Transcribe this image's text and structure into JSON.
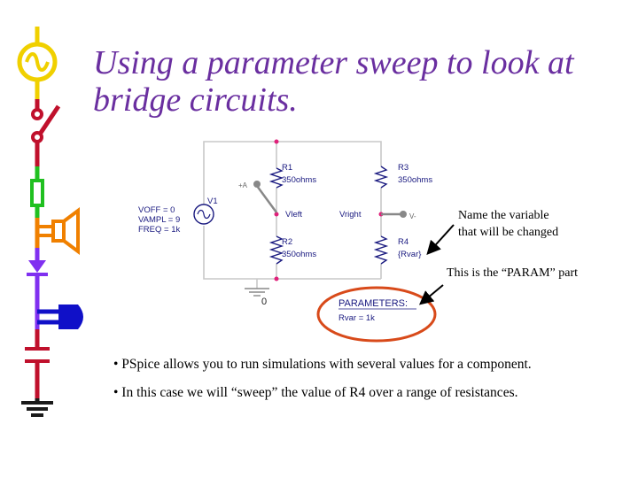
{
  "title": "Using a parameter sweep to look at bridge circuits.",
  "schematic": {
    "r1_name": "R1",
    "r1_value": "350ohms",
    "r2_name": "R2",
    "r2_value": "350ohms",
    "r3_name": "R3",
    "r3_value": "350ohms",
    "r4_name": "R4",
    "r4_value": "{Rvar}",
    "v1_name": "V1",
    "voff": "VOFF = 0",
    "vampl": "VAMPL = 9",
    "freq": "FREQ = 1k",
    "vleft": "Vleft",
    "vright": "Vright",
    "probe_plus": "+A",
    "probe_minus": "V-",
    "ground": "0",
    "params_label": "PARAMETERS:",
    "params_value": "Rvar = 1k"
  },
  "annotations": {
    "name_variable_line1": "Name the variable",
    "name_variable_line2": "that will be changed",
    "param_part": "This is the “PARAM” part"
  },
  "bullets": [
    "• PSpice allows you to run simulations with several values for a component.",
    "• In this case we will “sweep” the value of R4 over a range of resistances."
  ],
  "colors": {
    "title": "#6a2fa0",
    "source_icon": "#f0d000",
    "switch_icon": "#c0102c",
    "fuse_icon": "#20c020",
    "speaker_icon": "#f08000",
    "diode_icon": "#8030f0",
    "connector_icon": "#1010c8",
    "capacitor_icon": "#c0102c",
    "ground_icon": "#1a1a1a",
    "highlight_ellipse": "#d84a1a",
    "node_dot": "#e0207a"
  }
}
